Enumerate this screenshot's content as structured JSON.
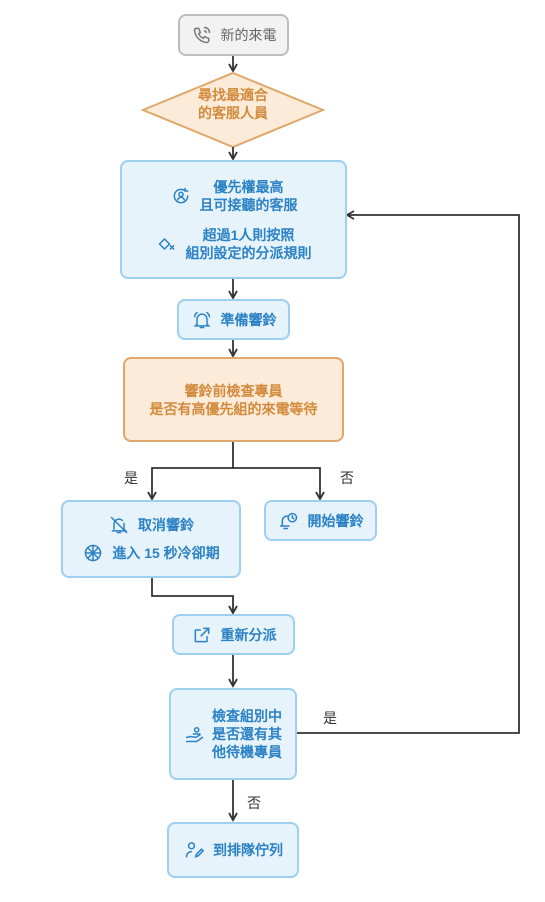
{
  "nodes": {
    "incoming_call": "新的來電",
    "find_best": [
      "尋找最適合",
      "的客服人員"
    ],
    "priority": [
      "優先權最高",
      "且可接聽的客服"
    ],
    "rule": [
      "超過1人則按照",
      "組別設定的分派規則"
    ],
    "ready_ring": "準備響鈴",
    "precheck": [
      "響鈴前檢查專員",
      "是否有高優先組的來電等待"
    ],
    "cancel_ring": "取消響鈴",
    "cooldown": "進入 15 秒冷卻期",
    "start_ring": "開始響鈴",
    "reassign": "重新分派",
    "check_group": [
      "檢查組別中",
      "是否還有其",
      "他待機專員"
    ],
    "queue": "到排隊佇列"
  },
  "labels": {
    "yes_left": "是",
    "no_right": "否",
    "yes_loop": "是",
    "no_down": "否"
  },
  "colors": {
    "blue_fill": "#e7f3fb",
    "blue_border": "#9ccff0",
    "blue_text": "#2b82c5",
    "orange_fill": "#fcebd9",
    "orange_border": "#e0a76a",
    "orange_text": "#d28a3c",
    "gray_fill": "#f2f2f2",
    "gray_border": "#bdbdbd",
    "line": "#333333"
  },
  "icons": [
    "phone-call-icon",
    "user-cycle-icon",
    "tag-shuffle-icon",
    "bell-ringing-icon",
    "bell-off-icon",
    "cooldown-icon",
    "bell-clock-icon",
    "external-link-icon",
    "agent-hand-icon",
    "user-edit-icon"
  ]
}
